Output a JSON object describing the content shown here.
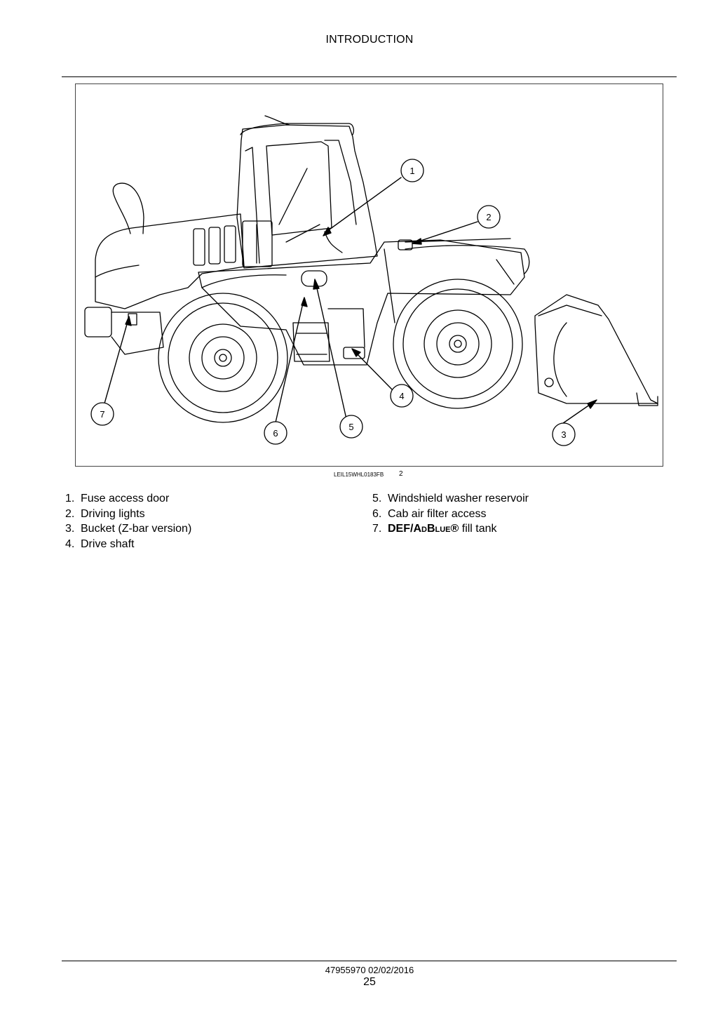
{
  "header": {
    "title": "INTRODUCTION"
  },
  "figure": {
    "id": "LEIL15WHL0183FB",
    "number": "2",
    "callouts": [
      "1",
      "2",
      "3",
      "4",
      "5",
      "6",
      "7"
    ]
  },
  "legend": {
    "col1": [
      {
        "num": "1.",
        "text": "Fuse access door"
      },
      {
        "num": "2.",
        "text": "Driving lights"
      },
      {
        "num": "3.",
        "text": "Bucket (Z-bar version)"
      },
      {
        "num": "4.",
        "text": "Drive shaft"
      }
    ],
    "col2": [
      {
        "num": "5.",
        "text": "Windshield washer reservoir"
      },
      {
        "num": "6.",
        "text": "Cab air filter access"
      },
      {
        "num": "7.",
        "bold": "DEF/AdBlue®",
        "text": " fill tank"
      }
    ]
  },
  "footer": {
    "doc_id": "47955970 02/02/2016",
    "page": "25"
  }
}
